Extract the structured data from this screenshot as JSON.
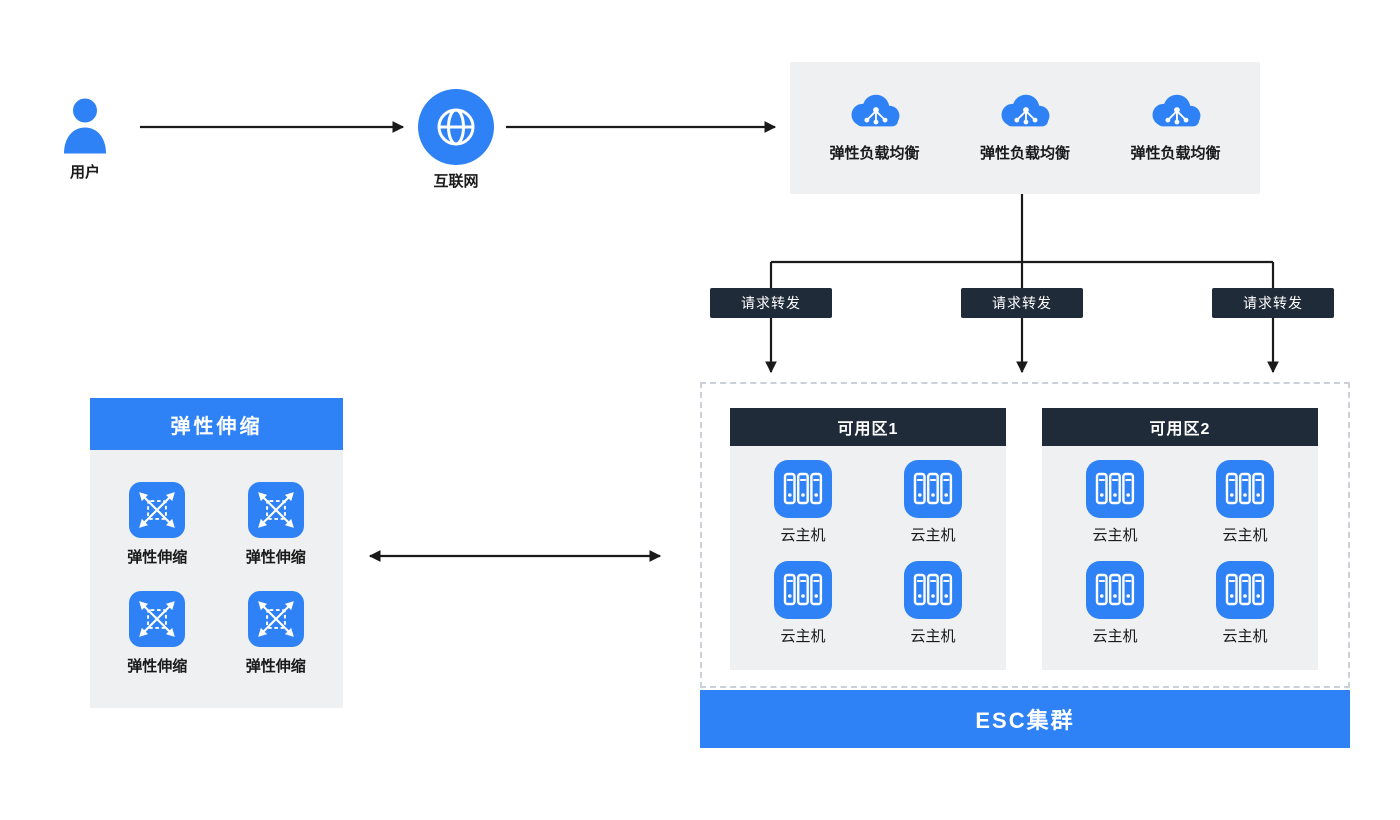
{
  "diagram": {
    "user": {
      "label": "用户"
    },
    "internet": {
      "label": "互联网"
    },
    "elb_group": {
      "items": [
        {
          "label": "弹性负载均衡"
        },
        {
          "label": "弹性负载均衡"
        },
        {
          "label": "弹性负载均衡"
        }
      ]
    },
    "forwarding": {
      "labels": [
        "请求转发",
        "请求转发",
        "请求转发"
      ]
    },
    "scaling_panel": {
      "title": "弹性伸缩",
      "items": [
        {
          "label": "弹性伸缩"
        },
        {
          "label": "弹性伸缩"
        },
        {
          "label": "弹性伸缩"
        },
        {
          "label": "弹性伸缩"
        }
      ]
    },
    "cluster": {
      "title": "ESC集群",
      "zones": [
        {
          "title": "可用区1",
          "hosts": [
            {
              "label": "云主机"
            },
            {
              "label": "云主机"
            },
            {
              "label": "云主机"
            },
            {
              "label": "云主机"
            }
          ]
        },
        {
          "title": "可用区2",
          "hosts": [
            {
              "label": "云主机"
            },
            {
              "label": "云主机"
            },
            {
              "label": "云主机"
            },
            {
              "label": "云主机"
            }
          ]
        }
      ]
    }
  },
  "colors": {
    "accent": "#2E82F6",
    "dark": "#202B3A",
    "panel": "#EEF0F2",
    "ink": "#1A1A1A"
  }
}
